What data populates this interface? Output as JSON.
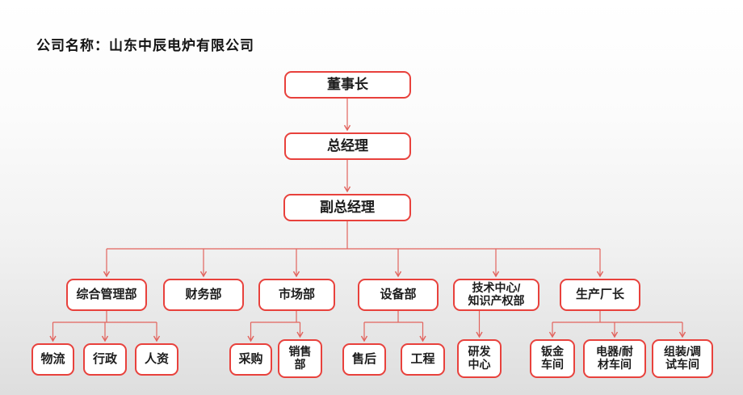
{
  "header": {
    "title": "公司名称：山东中辰电炉有限公司"
  },
  "colors": {
    "box_border": "#e8413c",
    "box_fill": "#ffffff",
    "connector": "#e2635d",
    "text": "#1c1c1c"
  },
  "org": {
    "nodes": {
      "chairman": {
        "label": "董事长",
        "reports_to": null
      },
      "general_manager": {
        "label": "总经理",
        "reports_to": "chairman"
      },
      "deputy_general_manager": {
        "label": "副总经理",
        "reports_to": "general_manager"
      },
      "admin_dept": {
        "label": "综合管理部",
        "reports_to": "deputy_general_manager"
      },
      "finance_dept": {
        "label": "财务部",
        "reports_to": "deputy_general_manager"
      },
      "market_dept": {
        "label": "市场部",
        "reports_to": "deputy_general_manager"
      },
      "equipment_dept": {
        "label": "设备部",
        "reports_to": "deputy_general_manager"
      },
      "tech_ip_dept": {
        "label": "技术中心/\n知识产权部",
        "reports_to": "deputy_general_manager"
      },
      "production_director": {
        "label": "生产厂长",
        "reports_to": "deputy_general_manager"
      },
      "logistics": {
        "label": "物流",
        "reports_to": "admin_dept"
      },
      "administration": {
        "label": "行政",
        "reports_to": "admin_dept"
      },
      "human_resources": {
        "label": "人资",
        "reports_to": "admin_dept"
      },
      "procurement": {
        "label": "采购",
        "reports_to": "market_dept"
      },
      "sales_dept": {
        "label": "销售\n部",
        "reports_to": "market_dept"
      },
      "after_sales": {
        "label": "售后",
        "reports_to": "equipment_dept"
      },
      "engineering": {
        "label": "工程",
        "reports_to": "equipment_dept"
      },
      "rnd_center": {
        "label": "研发\n中心",
        "reports_to": "tech_ip_dept"
      },
      "sheet_metal_workshop": {
        "label": "钣金\n车间",
        "reports_to": "production_director"
      },
      "electrical_refractory_workshop": {
        "label": "电器/耐\n材车间",
        "reports_to": "production_director"
      },
      "assembly_testing_workshop": {
        "label": "组装/调\n试车间",
        "reports_to": "production_director"
      }
    }
  }
}
